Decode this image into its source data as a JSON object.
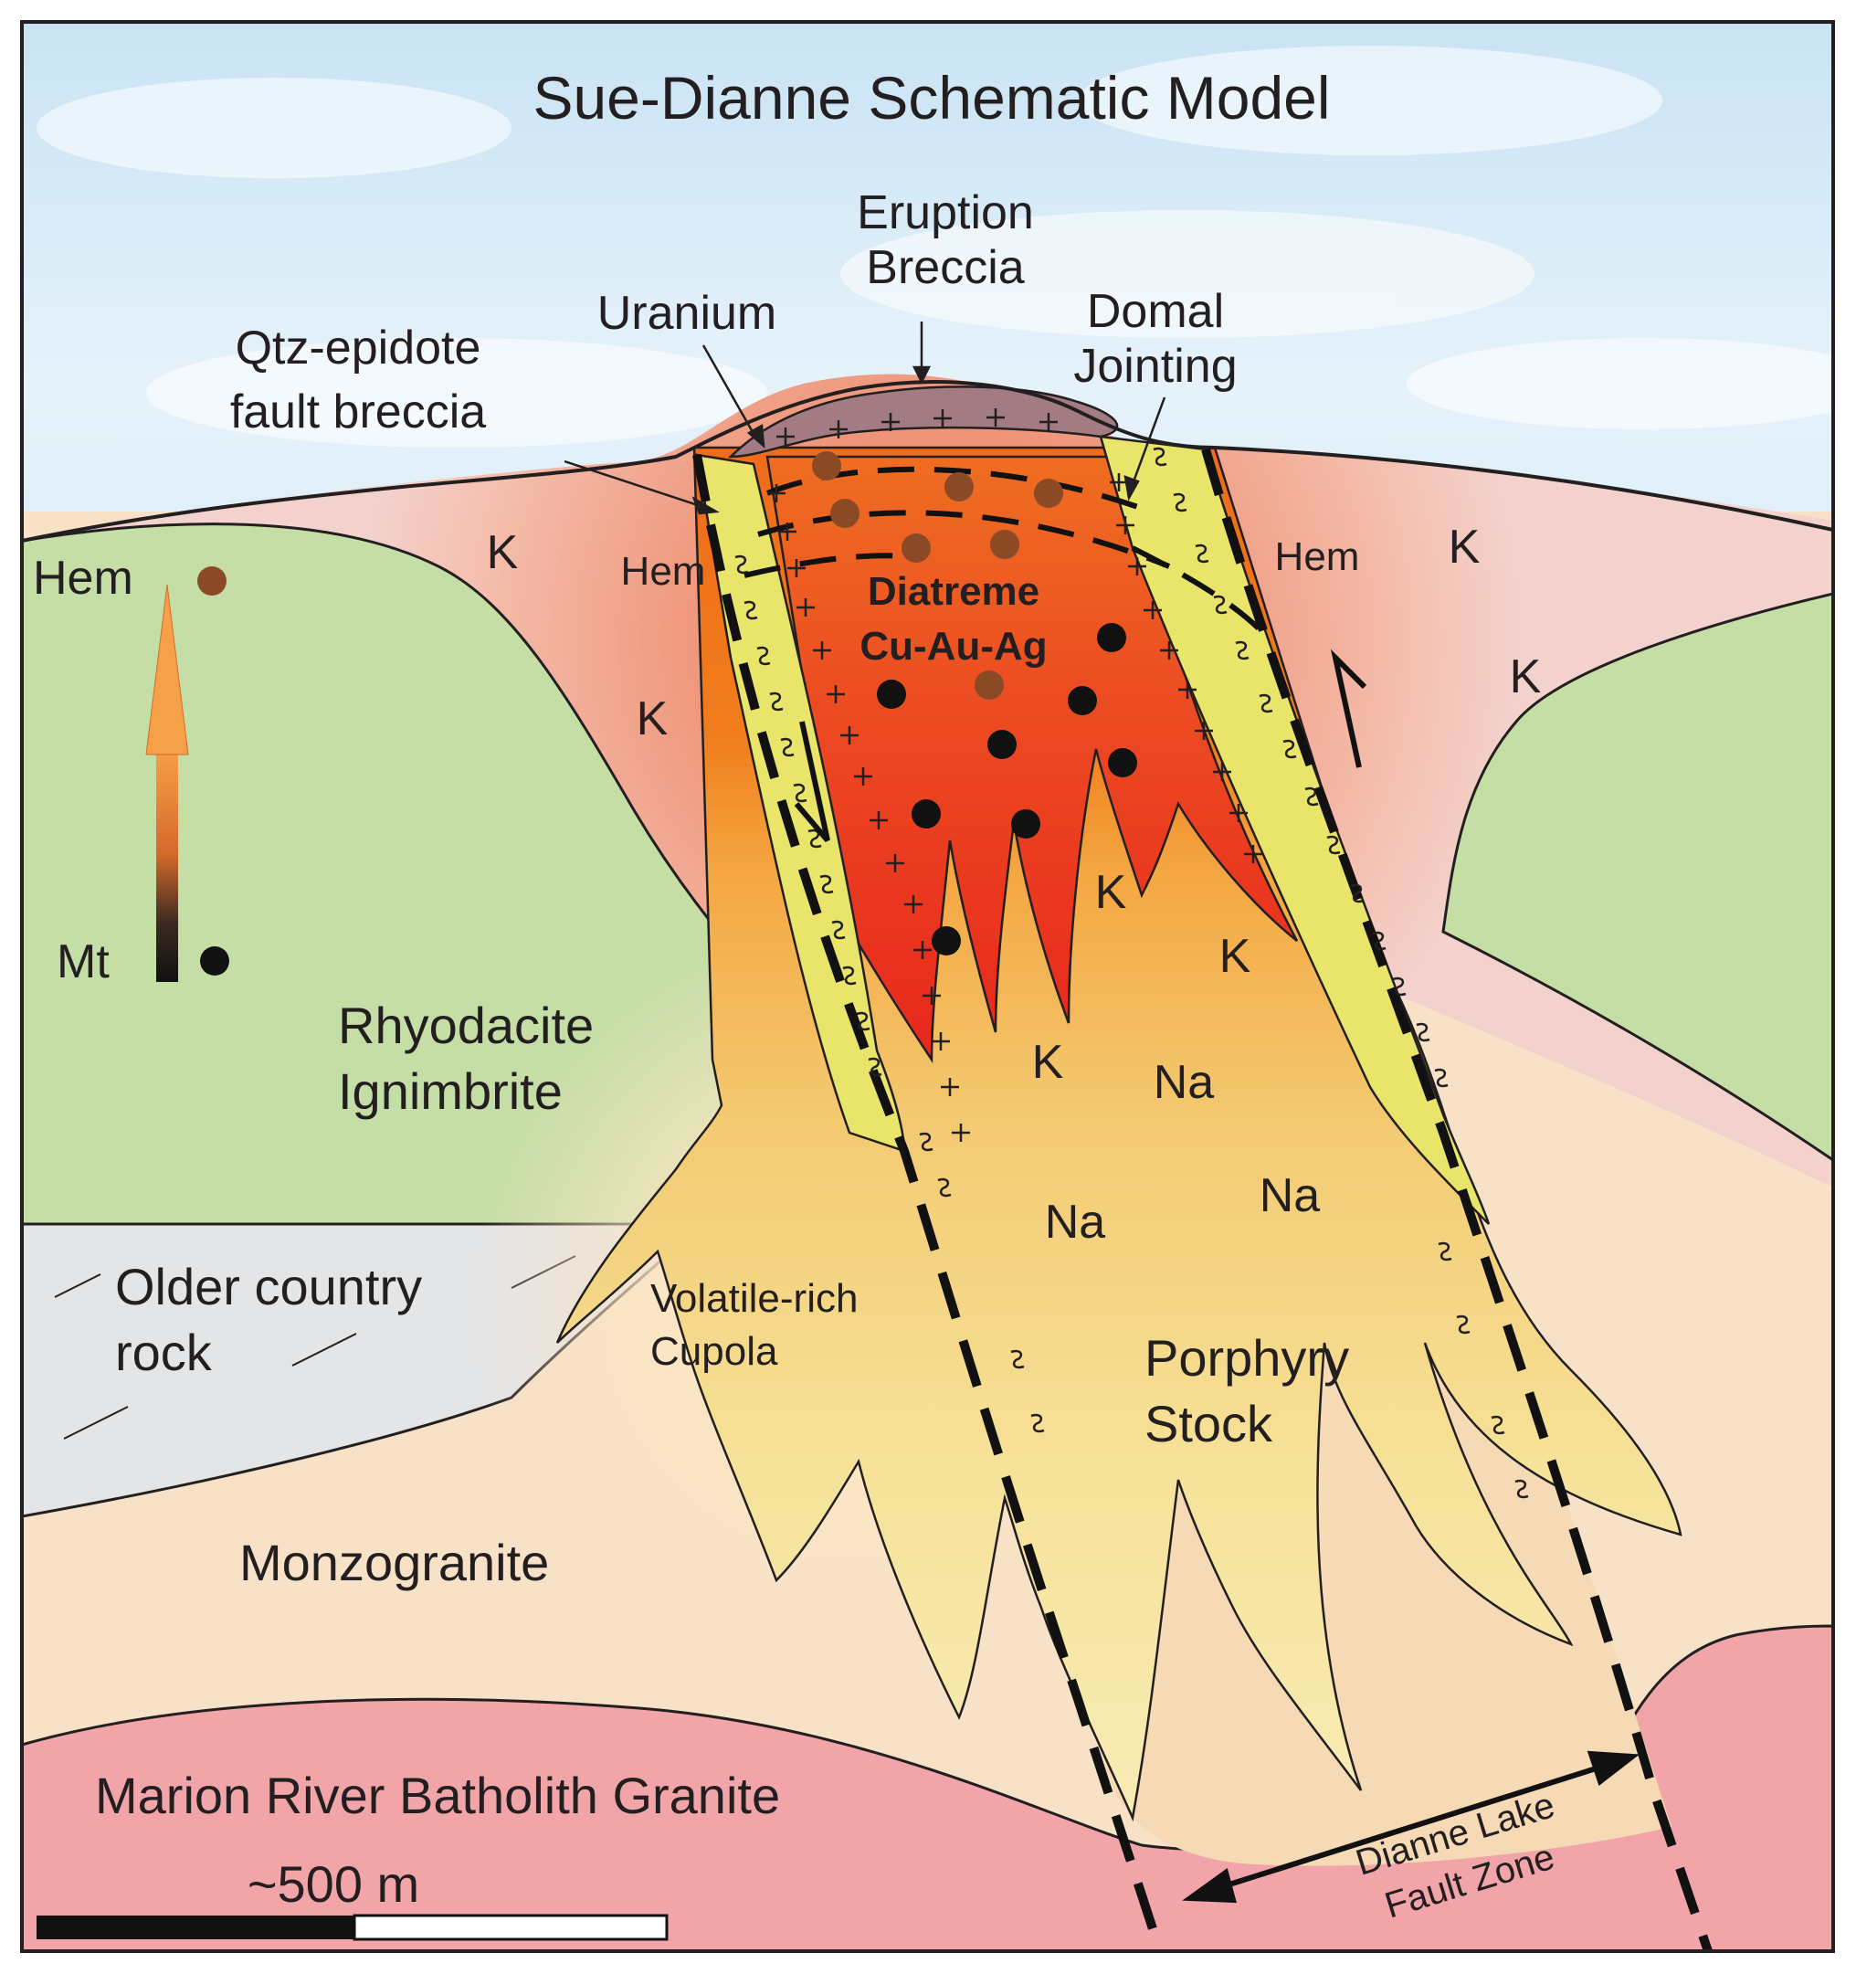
{
  "title": "Sue-Dianne Schematic Model",
  "callouts": {
    "eruption_breccia": [
      "Eruption",
      "Breccia"
    ],
    "uranium": "Uranium",
    "domal_jointing": [
      "Domal",
      "Jointing"
    ],
    "qtz_epidote": [
      "Qtz-epidote",
      "fault breccia"
    ]
  },
  "units": {
    "rhyodacite": [
      "Rhyodacite",
      "Ignimbrite"
    ],
    "older_country_rock": [
      "Older country",
      "rock"
    ],
    "monzogranite": "Monzogranite",
    "marion_river": "Marion River Batholith Granite",
    "volatile_cupola": [
      "Volatile-rich",
      "Cupola"
    ],
    "porphyry_stock": [
      "Porphyry",
      "Stock"
    ],
    "diatreme": [
      "Diatreme",
      "Cu-Au-Ag"
    ],
    "fault_zone": [
      "Dianne Lake",
      "Fault Zone"
    ]
  },
  "alteration": {
    "potassic": "K",
    "sodic": "Na",
    "hematite": "Hem"
  },
  "legend": {
    "hematite": "Hem",
    "magnetite": "Mt",
    "hematite_color": "#8b4a26",
    "magnetite_color": "#111111"
  },
  "scale_bar": {
    "label": "~500 m"
  },
  "colors": {
    "sky": "#d6ebf7",
    "rhyodacite": "#c5dea6",
    "older_rock": "#e4e5e7",
    "monzogranite": "#f8e2c7",
    "marion_river": "#f2a5a8",
    "breccia_band": "#e9e46a",
    "eruption_breccia": "#a37c83",
    "k_halo": "#ef9f80",
    "diatreme_core": "#ea3c22"
  }
}
